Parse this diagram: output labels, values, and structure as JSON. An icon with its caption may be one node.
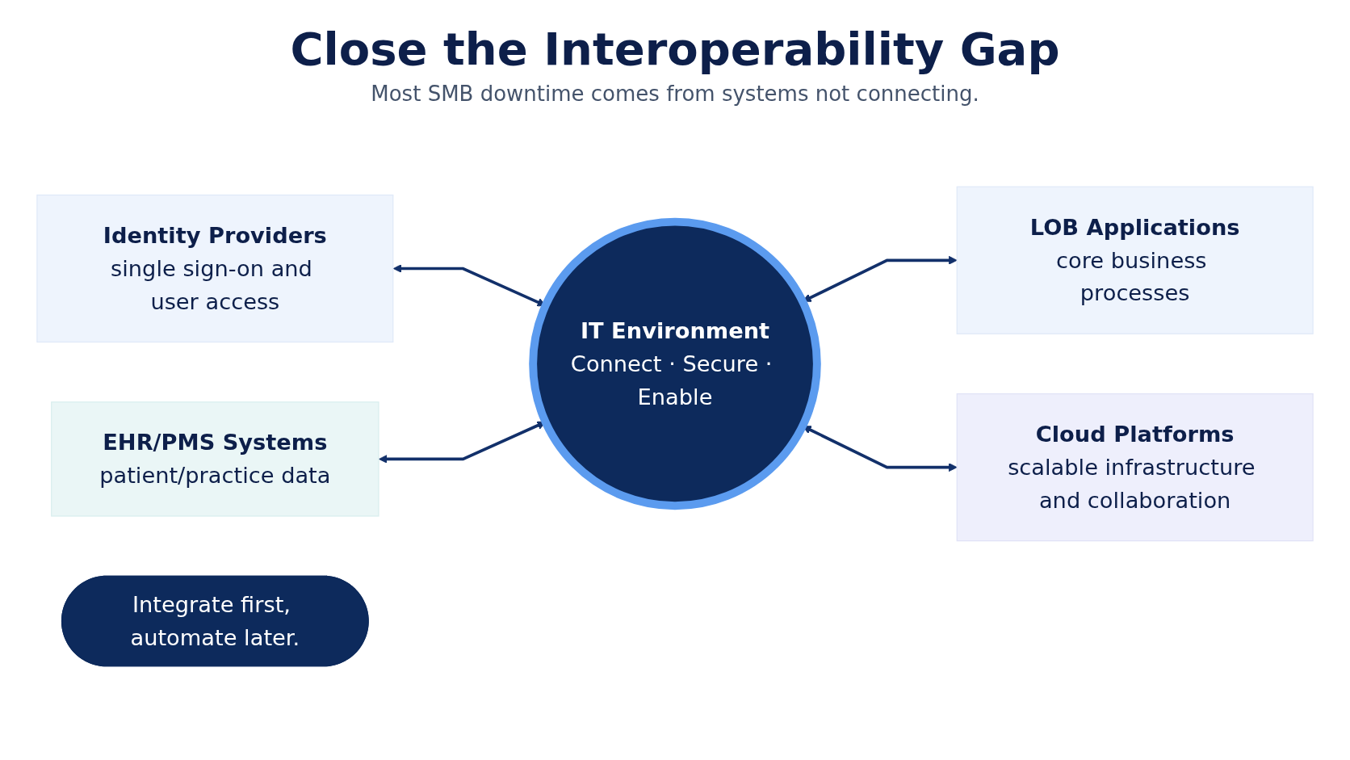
{
  "diagram": {
    "title": "Close the Interoperability Gap",
    "nodes": [
      {
        "text": [
          "Identity Providers",
          "single sign-on and user access"
        ]
      },
      {
        "text": [
          "IT Environment",
          "Connect · Secure · Enable"
        ]
      },
      {
        "text": [
          "LOB Applications",
          "core business processes"
        ]
      },
      {
        "text": [
          "EHR/PMS Systems",
          "patient/practice data"
        ]
      },
      {
        "text": [
          "Cloud Platforms",
          "scalable infrastructure and collaboration"
        ]
      },
      {
        "text": [
          "Integrate first, automate later."
        ]
      }
    ],
    "edges": [
      {
        "from": 0,
        "to": 1,
        "arrow": "both"
      },
      {
        "from": 1,
        "to": 2,
        "arrow": "both"
      },
      {
        "from": 3,
        "to": 1,
        "arrow": "both"
      },
      {
        "from": 1,
        "to": 4,
        "arrow": "both"
      }
    ],
    "labels": [
      "Most SMB downtime comes from systems not connecting."
    ]
  }
}
